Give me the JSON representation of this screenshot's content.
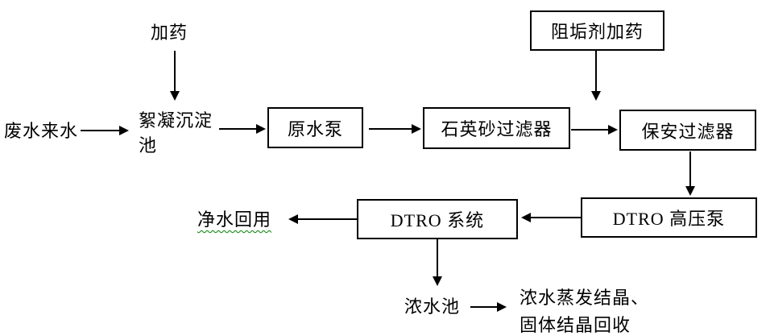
{
  "flowchart": {
    "background_color": "#ffffff",
    "line_color": "#000000",
    "text_color": "#000000",
    "spellcheck_underline_color": "#008000",
    "labels": {
      "dosing": "加药",
      "wastewater_inflow": "废水来水",
      "flocculation_tank_line1": "絮凝沉淀",
      "flocculation_tank_line2": "池",
      "raw_water_pump": "原水泵",
      "quartz_sand_filter": "石英砂过滤器",
      "antiscalant_dosing": "阻垢剂加药",
      "cartridge_filter": "保安过滤器",
      "dtro_high_pressure_pump": "DTRO 高压泵",
      "dtro_system": "DTRO 系统",
      "clean_water_reuse": "净水回用",
      "concentrate_pool": "浓水池",
      "concentrate_treatment_line1": "浓水蒸发结晶、",
      "concentrate_treatment_line2": "固体结晶回收"
    },
    "edges": [
      {
        "from": "加药",
        "to": "絮凝沉淀池",
        "direction": "down"
      },
      {
        "from": "废水来水",
        "to": "絮凝沉淀池",
        "direction": "right"
      },
      {
        "from": "絮凝沉淀池",
        "to": "原水泵",
        "direction": "right"
      },
      {
        "from": "原水泵",
        "to": "石英砂过滤器",
        "direction": "right"
      },
      {
        "from": "石英砂过滤器",
        "to": "保安过滤器",
        "direction": "right"
      },
      {
        "from": "阻垢剂加药",
        "to": "石英砂过滤器与保安过滤器之间管线",
        "direction": "down"
      },
      {
        "from": "保安过滤器",
        "to": "DTRO 高压泵",
        "direction": "down"
      },
      {
        "from": "DTRO 高压泵",
        "to": "DTRO 系统",
        "direction": "left"
      },
      {
        "from": "DTRO 系统",
        "to": "净水回用",
        "direction": "left"
      },
      {
        "from": "DTRO 系统",
        "to": "浓水池",
        "direction": "down"
      },
      {
        "from": "浓水池",
        "to": "浓水蒸发结晶、固体结晶回收",
        "direction": "right"
      }
    ]
  }
}
